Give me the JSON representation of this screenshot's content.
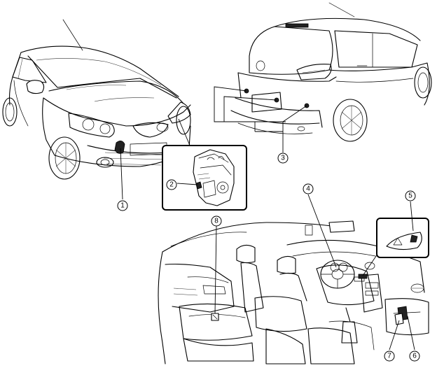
{
  "callouts": [
    {
      "id": 1,
      "label": "1"
    },
    {
      "id": 2,
      "label": "2"
    },
    {
      "id": 3,
      "label": "3"
    },
    {
      "id": 4,
      "label": "4"
    },
    {
      "id": 5,
      "label": "5"
    },
    {
      "id": 6,
      "label": "6"
    },
    {
      "id": 7,
      "label": "7"
    },
    {
      "id": 8,
      "label": "8"
    }
  ]
}
